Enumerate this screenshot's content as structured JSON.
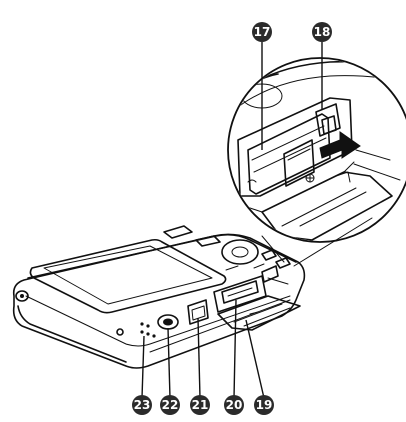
{
  "callouts": {
    "c17": "17",
    "c18": "18",
    "c19": "19",
    "c20": "20",
    "c21": "21",
    "c22": "22",
    "c23": "23"
  },
  "colors": {
    "badge_fill": "#2b2b2b",
    "badge_text": "#ffffff",
    "line": "#111111",
    "body_fill": "#ffffff",
    "screen_fill": "#f2f2f2"
  }
}
